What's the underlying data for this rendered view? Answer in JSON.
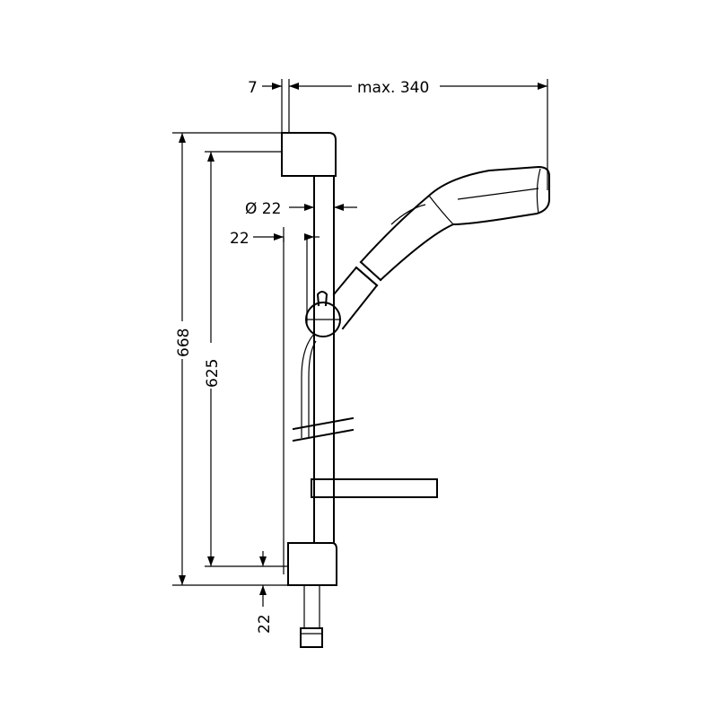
{
  "dimensions": {
    "rail_offset": "7",
    "max_reach": "max. 340",
    "rail_diameter": "Ø 22",
    "rail_width": "22",
    "overall_height": "668",
    "mount_spacing": "625",
    "bottom_offset": "22"
  }
}
